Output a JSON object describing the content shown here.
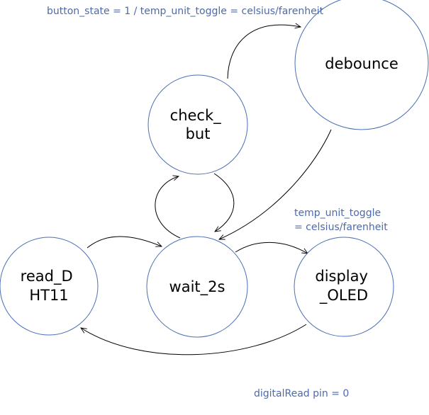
{
  "states": {
    "debounce": {
      "label": [
        "debounce"
      ]
    },
    "check_but": {
      "label": [
        "check_",
        "but"
      ]
    },
    "read_dht11": {
      "label": [
        "read_D",
        "HT11"
      ]
    },
    "wait_2s": {
      "label": [
        "wait_2s"
      ]
    },
    "display_oled": {
      "label": [
        "display",
        "_OLED"
      ]
    }
  },
  "annotations": {
    "button_state": "button_state = 1 / temp_unit_toggle = celsius/farenheit",
    "temp_toggle_line1": "temp_unit_toggle",
    "temp_toggle_line2": "= celsius/farenheit",
    "digital_read": "digitalRead pin = 0"
  },
  "colors": {
    "circle_stroke": "#4a6fb3",
    "annotation_text": "#4e6aa8",
    "edge": "#000000"
  }
}
